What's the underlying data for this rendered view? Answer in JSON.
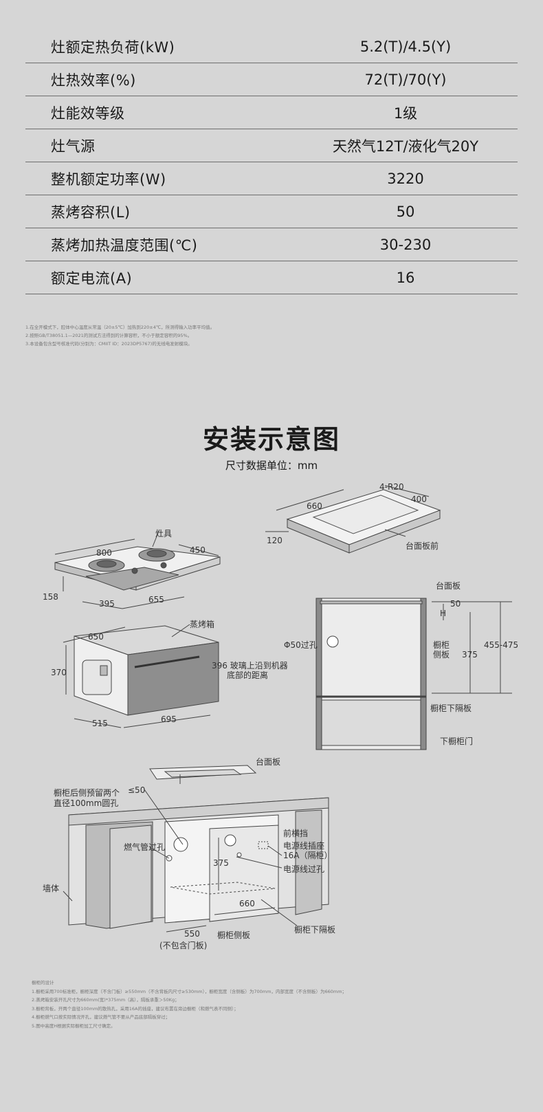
{
  "specs": [
    {
      "label": "灶额定热负荷(kW)",
      "value": "5.2(T)/4.5(Y)"
    },
    {
      "label": "灶热效率(%)",
      "value": "72(T)/70(Y)"
    },
    {
      "label": "灶能效等级",
      "value": "1级"
    },
    {
      "label": "灶气源",
      "value": "天然气12T/液化气20Y"
    },
    {
      "label": "整机额定功率(W)",
      "value": "3220"
    },
    {
      "label": "蒸烤容积(L)",
      "value": "50"
    },
    {
      "label": "蒸烤加热温度范围(℃)",
      "value": "30-230"
    },
    {
      "label": "额定电流(A)",
      "value": "16"
    }
  ],
  "notes": [
    "1.在全开模式下，腔体中心温度从常温（20±5℃）加热到220±4℃，所测得输入功率平均值。",
    "2.按照GB/T38051.1—2021的测试方法得到的计算容积，不小于额定容积的95%。",
    "3.本设备包含型号核准代码(分别为：CMIIT ID：2023DP5767)的无线电发射模块。"
  ],
  "install_title": "安装示意图",
  "install_unit": "尺寸数据单位：mm",
  "labels": {
    "r20": "4-R20",
    "d660a": "660",
    "d400": "400",
    "d120": "120",
    "countertop_front": "台面板前",
    "stove": "灶具",
    "d800": "800",
    "d450": "450",
    "d158": "158",
    "d395": "395",
    "d655": "655",
    "countertop": "台面板",
    "d50a": "50",
    "h": "H",
    "phi50": "Φ50过孔",
    "side_panel_1": "橱柜",
    "side_panel_2": "侧板",
    "d375a": "375",
    "d455": "455-475",
    "oven": "蒸烤箱",
    "d650": "650",
    "d370": "370",
    "glass_1": "396 玻璃上沿到机器",
    "glass_2": "底部的距离",
    "d515": "515",
    "d695": "695",
    "lower_partition": "橱柜下隔板",
    "lower_door": "下橱柜门",
    "countertop2": "台面板",
    "le50": "≤50",
    "holes_1": "橱柜后侧预留两个",
    "holes_2": "直径100mm圆孔",
    "gas_hole": "燃气管过孔",
    "front_rail": "前横挡",
    "socket_1": "电源线插座",
    "socket_2": "16A（隔柜）",
    "cable_hole": "电源线过孔",
    "d375b": "375",
    "wall": "墙体",
    "d660b": "660",
    "d550": "550",
    "no_door": "(不包含门板)",
    "side_panel": "橱柜侧板",
    "lower_partition2": "橱柜下隔板"
  },
  "notes2": [
    "橱柜的设计",
    "1.橱柜采用700标准柜，橱柜深度（不含门板）≥550mm（不含背板内尺寸≥530mm），橱柜宽度（含侧板）为700mm，内部宽度（不含侧板）为660mm；",
    "2.蒸烤箱安装开孔尺寸为660mm(宽)*375mm（高），隔板承重＞50Kg；",
    "3.橱柜背板，开两个直径100mm的散热孔，采用16A的插座，建议布置在旁边橱柜（和燃气表不同侧）；",
    "4.橱柜燃气口按实际情况开孔，建议燃气管不要从产品底部隔板穿过；",
    "5.图中高度H根据实际橱柜加工尺寸确定。"
  ]
}
